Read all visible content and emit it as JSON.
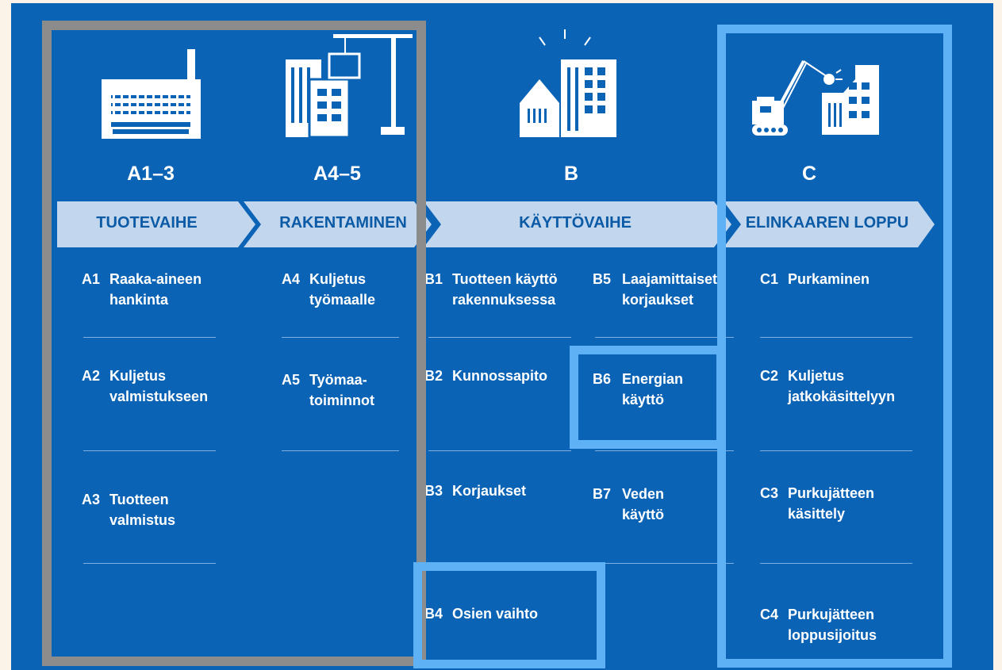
{
  "colors": {
    "background": "#0b63b6",
    "band": "#c2d7ee",
    "band_text": "#0b5aa6",
    "highlight_gray": "#8c8c8c",
    "highlight_blue": "#5eb1f5"
  },
  "stages": [
    {
      "code": "A1–3",
      "label": "TUOTEVAIHE",
      "icon": "factory-icon"
    },
    {
      "code": "A4–5",
      "label": "RAKENTAMINEN",
      "icon": "construction-crane-icon"
    },
    {
      "code": "B",
      "label": "KÄYTTÖVAIHE",
      "icon": "buildings-in-use-icon"
    },
    {
      "code": "C",
      "label": "ELINKAAREN LOPPU",
      "icon": "demolition-crane-icon"
    }
  ],
  "items": {
    "A1": {
      "id": "A1",
      "line1": "Raaka-aineen",
      "line2": "hankinta"
    },
    "A2": {
      "id": "A2",
      "line1": "Kuljetus",
      "line2": "valmistukseen"
    },
    "A3": {
      "id": "A3",
      "line1": "Tuotteen",
      "line2": "valmistus"
    },
    "A4": {
      "id": "A4",
      "line1": "Kuljetus",
      "line2": "työmaalle"
    },
    "A5": {
      "id": "A5",
      "line1": "Työmaa-",
      "line2": "toiminnot"
    },
    "B1": {
      "id": "B1",
      "line1": "Tuotteen käyttö",
      "line2": "rakennuksessa"
    },
    "B2": {
      "id": "B2",
      "line1": "Kunnossapito",
      "line2": ""
    },
    "B3": {
      "id": "B3",
      "line1": "Korjaukset",
      "line2": ""
    },
    "B4": {
      "id": "B4",
      "line1": "Osien vaihto",
      "line2": ""
    },
    "B5": {
      "id": "B5",
      "line1": "Laajamittaiset",
      "line2": "korjaukset"
    },
    "B6": {
      "id": "B6",
      "line1": "Energian",
      "line2": "käyttö"
    },
    "B7": {
      "id": "B7",
      "line1": "Veden",
      "line2": "käyttö"
    },
    "C1": {
      "id": "C1",
      "line1": "Purkaminen",
      "line2": ""
    },
    "C2": {
      "id": "C2",
      "line1": "Kuljetus",
      "line2": "jatkokäsittelyyn"
    },
    "C3": {
      "id": "C3",
      "line1": "Purkujätteen",
      "line2": "käsittely"
    },
    "C4": {
      "id": "C4",
      "line1": "Purkujätteen",
      "line2": "loppusijoitus"
    }
  }
}
